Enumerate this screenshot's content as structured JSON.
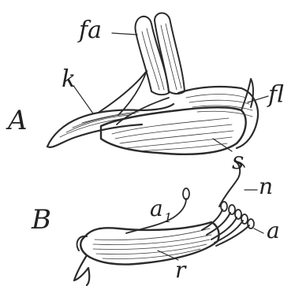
{
  "figure": {
    "labels": {
      "fa": "fa",
      "k": "k",
      "fl": "fl",
      "A": "A",
      "s": "s",
      "B": "B",
      "a1_base": "a",
      "a1_sub": "1",
      "n": "n",
      "a": "a",
      "r": "r"
    },
    "colors": {
      "ink": "#2b2b2b",
      "paper": "#ffffff"
    }
  }
}
